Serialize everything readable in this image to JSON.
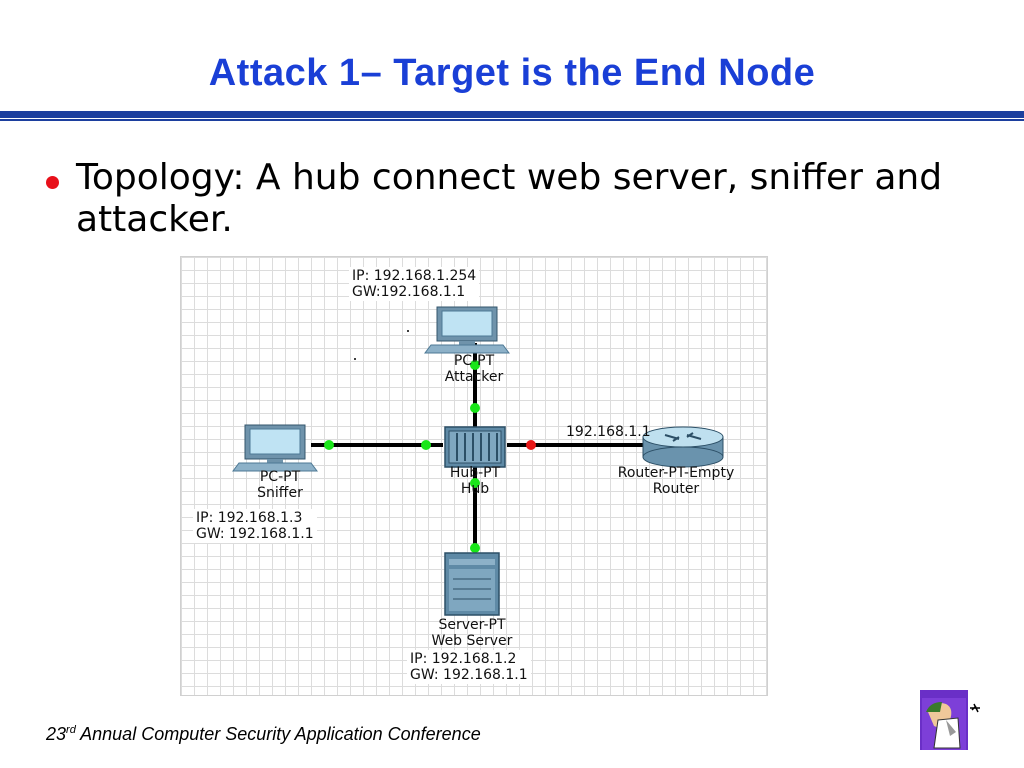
{
  "slide": {
    "title": "Attack 1– Target is the End Node",
    "bullet": "Topology: A hub connect web server, sniffer and attacker.",
    "footer": {
      "prefix": "23",
      "superscript": "rd",
      "suffix": " Annual Computer Security Application Conference"
    }
  },
  "diagram": {
    "nodes": {
      "attacker": {
        "type_label": "PC-PT",
        "name_label": "Attacker",
        "ip": "IP: 192.168.1.254",
        "gw": "GW:192.168.1.1"
      },
      "sniffer": {
        "type_label": "PC-PT",
        "name_label": "Sniffer",
        "ip": "IP: 192.168.1.3",
        "gw": "GW: 192.168.1.1"
      },
      "hub": {
        "type_label": "Hub-PT",
        "name_label": "Hub"
      },
      "router": {
        "type_label": "Router-PT-Empty",
        "name_label": "Router",
        "ip": "192.168.1.1"
      },
      "server": {
        "type_label": "Server-PT",
        "name_label": "Web Server",
        "ip": "IP: 192.168.1.2",
        "gw": "GW: 192.168.1.1"
      }
    },
    "link_status_colors": {
      "up": "#19e619",
      "down": "#e81818"
    }
  },
  "colors": {
    "title": "#1a3fd6",
    "rule": "#1c3f9e",
    "bullet": "#e8101a"
  }
}
